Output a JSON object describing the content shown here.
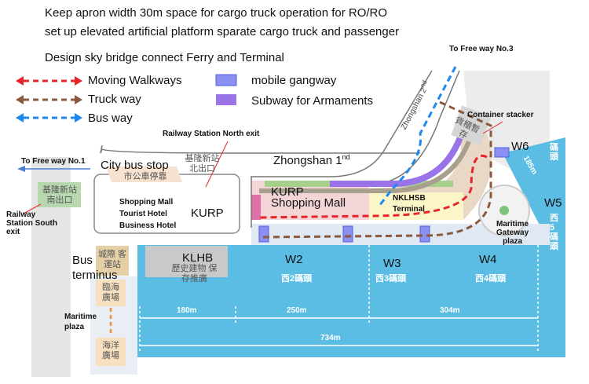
{
  "header": {
    "line1": "Keep apron width 30m space for cargo truck operation for RO/RO",
    "line2": "set up elevated artificial platform sparate cargo truck and passenger",
    "line3": "Design sky bridge connect Ferry and Terminal"
  },
  "legend": {
    "moving_walkways": "Moving Walkways",
    "truck_way": "Truck way",
    "bus_way": "Bus way",
    "mobile_gangway": "mobile gangway",
    "subway": "Subway for Armaments"
  },
  "labels": {
    "freeway3": "To Free way No.3",
    "freeway1": "To Free way No.1",
    "railway_north": "Railway Station North exit",
    "city_bus_stop": "City bus stop",
    "city_bus_stop_zh": "市公車停靠",
    "north_exit_zh": "基隆新站 北出口",
    "south_exit_zh": "基隆新站 南出口",
    "railway_south": "Railway Station South exit",
    "kurp_block": "Shopping Mall\nTourist Hotel\nBusiness Hotel",
    "kurp": "KURP",
    "zhongshan1": "Zhongshan 1",
    "zhongshan1_sup": "nd",
    "zhongshan2": "Zhongshan 2",
    "zhongshan2_sup": "nd",
    "container": "Container stacker",
    "container_zh": "貨櫃暫存",
    "kurp_mall": "KURP\nShopping Mall",
    "nklhsb": "NKLHSB\nTerminal",
    "maritime_gateway": "Maritime\nGateway\nplaza",
    "bus_terminus": "Bus\nterminus",
    "bus_terminus_zh": "城際 客運站",
    "klhb": "KLHB",
    "klhb_zh": "歷史建物 保存推廣",
    "maritime_plaza": "Maritime\nplaza",
    "linhai_zh": "臨海 廣場",
    "ocean_zh": "海洋 廣場"
  },
  "wharves": [
    {
      "id": "W2",
      "zh": "西2碼頭"
    },
    {
      "id": "W3",
      "zh": "西3碼頭"
    },
    {
      "id": "W4",
      "zh": "西4碼頭"
    },
    {
      "id": "W5",
      "zh": "西5碼頭"
    },
    {
      "id": "W6",
      "zh": "西6碼頭"
    }
  ],
  "dimensions": {
    "d180": "180m",
    "d250": "250m",
    "d304": "304m",
    "d734": "734m",
    "d185": "185m"
  },
  "colors": {
    "water": "#5bbde4",
    "walk": "#e8242a",
    "truck": "#8b5a3c",
    "bus": "#1e88f0",
    "subway": "#9a73e8"
  }
}
